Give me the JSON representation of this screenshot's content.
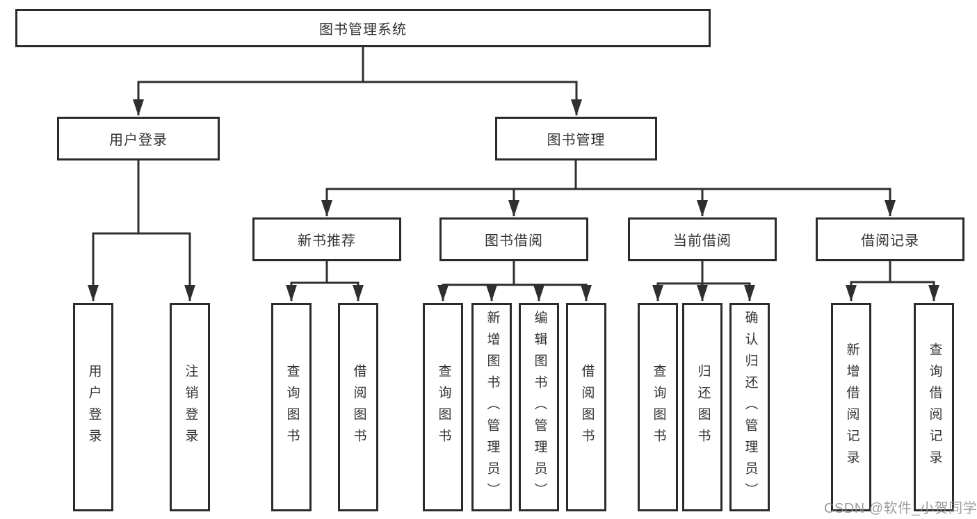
{
  "title": "图书管理系统",
  "colors": {
    "line": "#2f2f2f",
    "box_border": "#2b2b2b",
    "text": "#333333",
    "background": "#ffffff",
    "watermark": "#8c8c8c"
  },
  "nodes": {
    "root": {
      "label": "图书管理系统"
    },
    "level2": [
      {
        "label": "用户登录"
      },
      {
        "label": "图书管理"
      }
    ],
    "level3": [
      {
        "label": "新书推荐",
        "parent": "图书管理"
      },
      {
        "label": "图书借阅",
        "parent": "图书管理"
      },
      {
        "label": "当前借阅",
        "parent": "图书管理"
      },
      {
        "label": "借阅记录",
        "parent": "图书管理"
      }
    ],
    "leaves": [
      {
        "label": "用户登录",
        "parent": "用户登录"
      },
      {
        "label": "注销登录",
        "parent": "用户登录"
      },
      {
        "label": "查询图书",
        "parent": "新书推荐"
      },
      {
        "label": "借阅图书",
        "parent": "新书推荐"
      },
      {
        "label": "查询图书",
        "parent": "图书借阅"
      },
      {
        "label": "新增图书（管理员）",
        "parent": "图书借阅"
      },
      {
        "label": "编辑图书（管理员）",
        "parent": "图书借阅"
      },
      {
        "label": "借阅图书",
        "parent": "图书借阅"
      },
      {
        "label": "查询图书",
        "parent": "当前借阅"
      },
      {
        "label": "归还图书",
        "parent": "当前借阅"
      },
      {
        "label": "确认归还（管理员）",
        "parent": "当前借阅"
      },
      {
        "label": "新增借阅记录",
        "parent": "借阅记录"
      },
      {
        "label": "查询借阅记录",
        "parent": "借阅记录"
      }
    ]
  },
  "watermark": "CSDN @软件_小贺同学"
}
